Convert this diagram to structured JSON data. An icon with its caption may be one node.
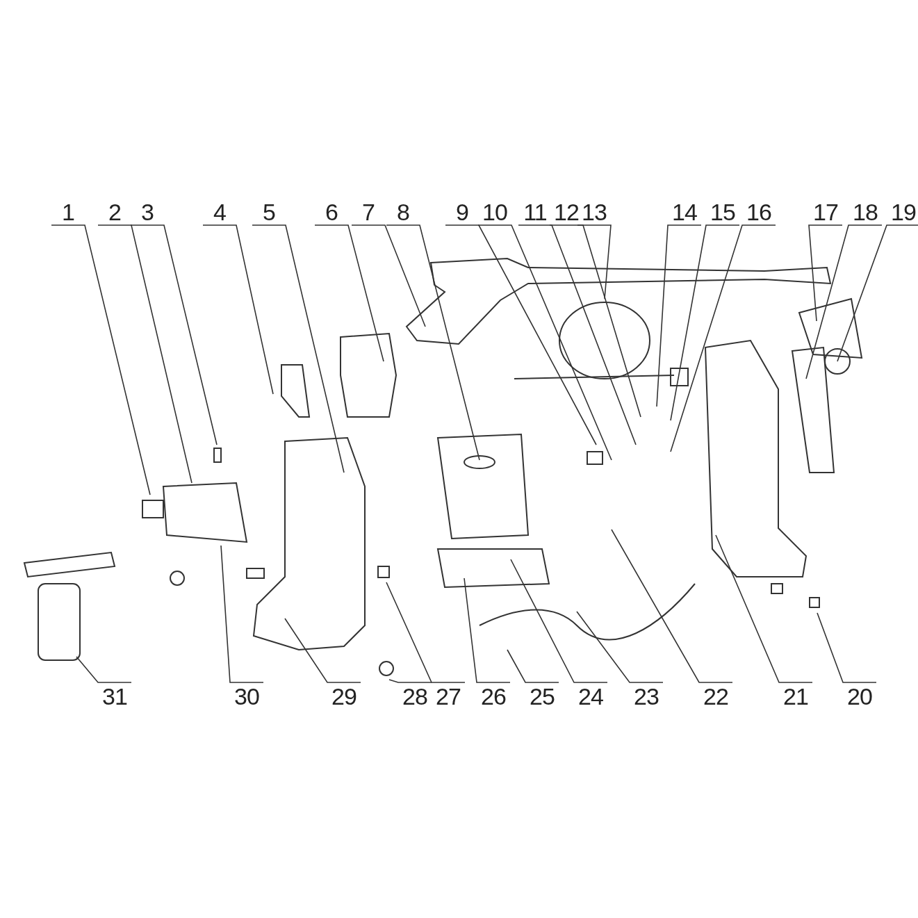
{
  "diagram": {
    "nodes": [
      {
        "text": [
          "1"
        ]
      },
      {
        "text": [
          "2"
        ]
      },
      {
        "text": [
          "3"
        ]
      },
      {
        "text": [
          "4"
        ]
      },
      {
        "text": [
          "5"
        ]
      },
      {
        "text": [
          "6"
        ]
      },
      {
        "text": [
          "7"
        ]
      },
      {
        "text": [
          "8"
        ]
      },
      {
        "text": [
          "9"
        ]
      },
      {
        "text": [
          "10"
        ]
      },
      {
        "text": [
          "11"
        ]
      },
      {
        "text": [
          "12"
        ]
      },
      {
        "text": [
          "13"
        ]
      },
      {
        "text": [
          "14"
        ]
      },
      {
        "text": [
          "15"
        ]
      },
      {
        "text": [
          "16"
        ]
      },
      {
        "text": [
          "17"
        ]
      },
      {
        "text": [
          "18"
        ]
      },
      {
        "text": [
          "19"
        ]
      },
      {
        "text": [
          "31"
        ]
      },
      {
        "text": [
          "30"
        ]
      },
      {
        "text": [
          "29"
        ]
      },
      {
        "text": [
          "28"
        ]
      },
      {
        "text": [
          "27"
        ]
      },
      {
        "text": [
          "26"
        ]
      },
      {
        "text": [
          "25"
        ]
      },
      {
        "text": [
          "24"
        ]
      },
      {
        "text": [
          "23"
        ]
      },
      {
        "text": [
          "22"
        ]
      },
      {
        "text": [
          "21"
        ]
      },
      {
        "text": [
          "20"
        ]
      }
    ],
    "edges": [
      {
        "from": 0,
        "to": null,
        "arrow": "none"
      },
      {
        "from": 1,
        "to": null,
        "arrow": "none"
      },
      {
        "from": 2,
        "to": null,
        "arrow": "none"
      },
      {
        "from": 3,
        "to": null,
        "arrow": "none"
      },
      {
        "from": 4,
        "to": null,
        "arrow": "none"
      },
      {
        "from": 5,
        "to": null,
        "arrow": "none"
      },
      {
        "from": 6,
        "to": null,
        "arrow": "none"
      },
      {
        "from": 7,
        "to": null,
        "arrow": "none"
      },
      {
        "from": 8,
        "to": null,
        "arrow": "none"
      },
      {
        "from": 9,
        "to": null,
        "arrow": "none"
      },
      {
        "from": 10,
        "to": null,
        "arrow": "none"
      },
      {
        "from": 11,
        "to": null,
        "arrow": "none"
      },
      {
        "from": 12,
        "to": null,
        "arrow": "none"
      },
      {
        "from": 13,
        "to": null,
        "arrow": "none"
      },
      {
        "from": 14,
        "to": null,
        "arrow": "none"
      },
      {
        "from": 15,
        "to": null,
        "arrow": "none"
      },
      {
        "from": 16,
        "to": null,
        "arrow": "none"
      },
      {
        "from": 17,
        "to": null,
        "arrow": "none"
      },
      {
        "from": 18,
        "to": null,
        "arrow": "none"
      },
      {
        "from": 19,
        "to": null,
        "arrow": "none"
      },
      {
        "from": 20,
        "to": null,
        "arrow": "none"
      },
      {
        "from": 21,
        "to": null,
        "arrow": "none"
      },
      {
        "from": 22,
        "to": null,
        "arrow": "none"
      },
      {
        "from": 23,
        "to": null,
        "arrow": "none"
      },
      {
        "from": 24,
        "to": null,
        "arrow": "none"
      },
      {
        "from": 25,
        "to": null,
        "arrow": "none"
      },
      {
        "from": 26,
        "to": null,
        "arrow": "none"
      },
      {
        "from": 27,
        "to": null,
        "arrow": "none"
      },
      {
        "from": 28,
        "to": null,
        "arrow": "none"
      },
      {
        "from": 29,
        "to": null,
        "arrow": "none"
      },
      {
        "from": 30,
        "to": null,
        "arrow": "none"
      }
    ]
  }
}
